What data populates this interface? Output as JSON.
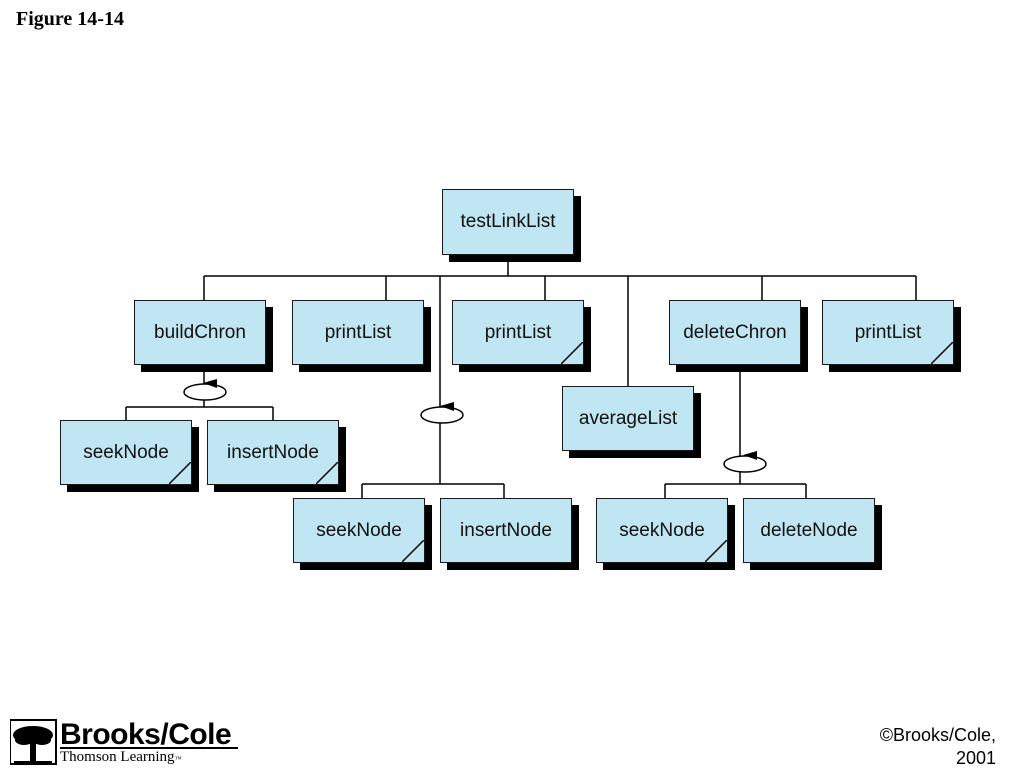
{
  "page": {
    "figure_title": "Figure 14-14",
    "copyright": "©Brooks/Cole,",
    "copyright_year": "2001"
  },
  "logo": {
    "name": "Brooks/Cole",
    "subtitle": "Thomson Learning",
    "trademark": "™"
  },
  "diagram": {
    "nodes": [
      {
        "id": "testLinkList",
        "label": "testLinkList",
        "module": false
      },
      {
        "id": "buildChron",
        "label": "buildChron",
        "module": false
      },
      {
        "id": "printList1",
        "label": "printList",
        "module": false
      },
      {
        "id": "printList2",
        "label": "printList",
        "module": true
      },
      {
        "id": "averageList",
        "label": "averageList",
        "module": false
      },
      {
        "id": "deleteChron",
        "label": "deleteChron",
        "module": false
      },
      {
        "id": "printList3",
        "label": "printList",
        "module": true
      },
      {
        "id": "seekNode1",
        "label": "seekNode",
        "module": true
      },
      {
        "id": "insertNode1",
        "label": "insertNode",
        "module": true
      },
      {
        "id": "seekNode2",
        "label": "seekNode",
        "module": true
      },
      {
        "id": "insertNode2",
        "label": "insertNode",
        "module": false
      },
      {
        "id": "seekNode3",
        "label": "seekNode",
        "module": true
      },
      {
        "id": "deleteNode",
        "label": "deleteNode",
        "module": false
      }
    ],
    "loops": [
      "buildChron-loop",
      "testLinkList-loop",
      "deleteChron-loop"
    ]
  },
  "colors": {
    "node_fill": "#bfe6f2",
    "node_border": "#1a1a1a",
    "shadow": "#000000",
    "line": "#000000"
  }
}
